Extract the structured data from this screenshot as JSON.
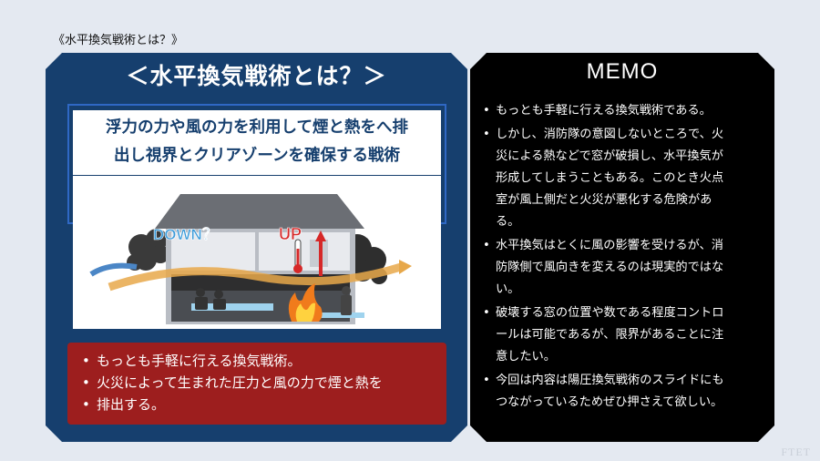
{
  "breadcrumb": "《水平換気戦術とは？》",
  "left": {
    "title": "＜水平換気戦術とは？＞",
    "description_line1": "浮力の力や風の力を利用して煙と熱をへ排",
    "description_line2": "出し視界とクリアゾーンを確保する戦術",
    "illustration": {
      "label_down": "DOWN？",
      "label_up": "UP"
    },
    "bullets": [
      "もっとも手軽に行える換気戦術。",
      "火災によって生まれた圧力と風の力で煙と熱を",
      "排出する。"
    ]
  },
  "memo": {
    "title": "MEMO",
    "lines": [
      "もっとも手軽に行える換気戦術である。",
      "しかし、消防隊の意図しないところで、火",
      "災による熱などで窓が破損し、水平換気が",
      "形成してしまうこともある。このとき火点",
      "室が風上側だと火災が悪化する危険があ",
      "る。",
      "水平換気はとくに風の影響を受けるが、消",
      "防隊側で風向きを変えるのは現実的ではな",
      "い。",
      "破壊する窓の位置や数である程度コントロ",
      "ールは可能であるが、限界があることに注",
      "意したい。",
      "今回は内容は陽圧換気戦術のスライドにも",
      "つながっているためぜひ押さえて欲しい。"
    ]
  },
  "watermark": "FTET",
  "colors": {
    "background": "#e4e9f1",
    "left_panel": "#163f6e",
    "desc_border": "#2f68c4",
    "red_box": "#9d1e1e",
    "memo_panel": "#000000",
    "down_label": "#3a9ad9",
    "up_label": "#d62828"
  }
}
